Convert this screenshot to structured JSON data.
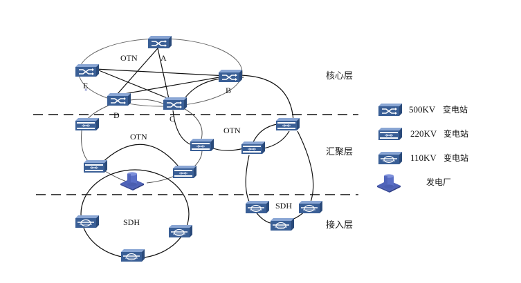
{
  "layers": [
    {
      "name": "core",
      "label": "核心层"
    },
    {
      "name": "aggregation",
      "label": "汇聚层"
    },
    {
      "name": "access",
      "label": "接入层"
    }
  ],
  "network_labels": {
    "core_ring": "OTN",
    "agg_ring_left": "OTN",
    "agg_ring_right": "OTN",
    "access_ring_left": "SDH",
    "access_ring_right": "SDH"
  },
  "node_labels": {
    "A": "A",
    "B": "B",
    "C": "C",
    "D": "D",
    "E": "E"
  },
  "legend": [
    {
      "type": "500kv",
      "text": "500KV",
      "suffix": "变电站"
    },
    {
      "type": "220kv",
      "text": "220KV",
      "suffix": "变电站"
    },
    {
      "type": "110kv",
      "text": "110KV",
      "suffix": "变电站"
    },
    {
      "type": "plant",
      "text": "",
      "suffix": "发电厂"
    }
  ],
  "colors": {
    "device_front": "#3a5f96",
    "device_top": "#7f9ccc",
    "device_side": "#2a4a7a",
    "plant": "#5a6fbf",
    "line": "#111111",
    "ring": "#555555"
  }
}
